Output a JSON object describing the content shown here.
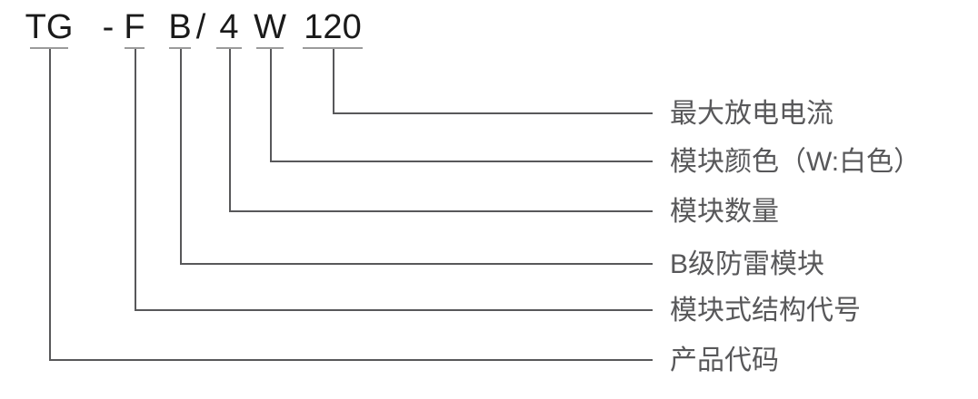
{
  "code": {
    "full": "TG - F B / 4 W 120",
    "segments": [
      {
        "id": "TG",
        "text": "TG"
      },
      {
        "id": "dash",
        "text": "-"
      },
      {
        "id": "F",
        "text": "F"
      },
      {
        "id": "B",
        "text": "B"
      },
      {
        "id": "slash",
        "text": "/"
      },
      {
        "id": "4",
        "text": "4"
      },
      {
        "id": "W",
        "text": "W"
      },
      {
        "id": "120",
        "text": "120"
      }
    ]
  },
  "mappings": [
    {
      "code": "120",
      "label": "最大放电电流"
    },
    {
      "code": "W",
      "label": "模块颜色（W:白色）"
    },
    {
      "code": "4",
      "label": "模块数量"
    },
    {
      "code": "B",
      "label": "B级防雷模块"
    },
    {
      "code": "F",
      "label": "模块式结构代号"
    },
    {
      "code": "TG",
      "label": "产品代码"
    }
  ],
  "colors": {
    "code_text": "#1a1a1a",
    "label_text": "#58585a",
    "connector_line": "#58585a",
    "underline": "#9b9b9b",
    "background": "#ffffff"
  }
}
